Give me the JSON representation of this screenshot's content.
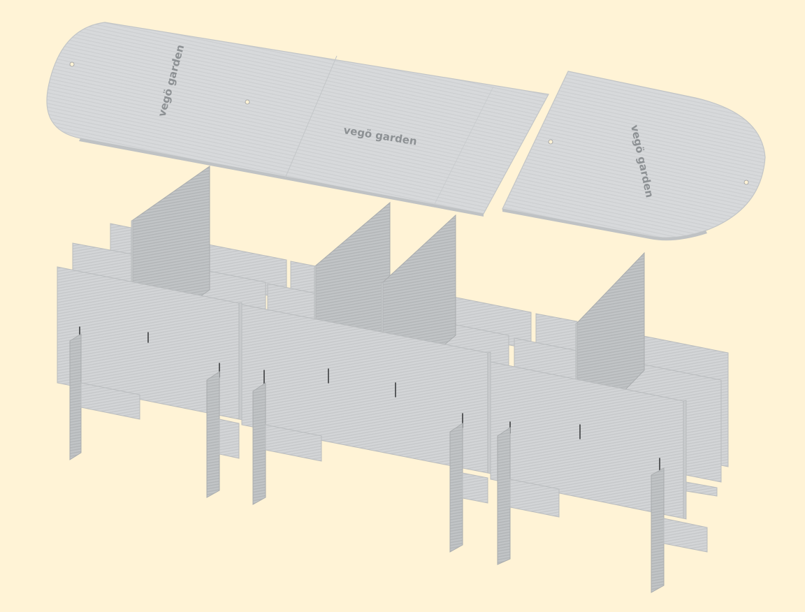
{
  "scene": {
    "background_color": "#fff3d6",
    "board_color": "#d2d4d6",
    "board_shadow_color": "#b7babc",
    "logo_color": "#8d9194"
  },
  "lids": {
    "long_lid": {
      "logo_left": "vegö garden",
      "logo_center": "vegö garden"
    },
    "short_lid": {
      "logo": "vegö garden"
    }
  }
}
